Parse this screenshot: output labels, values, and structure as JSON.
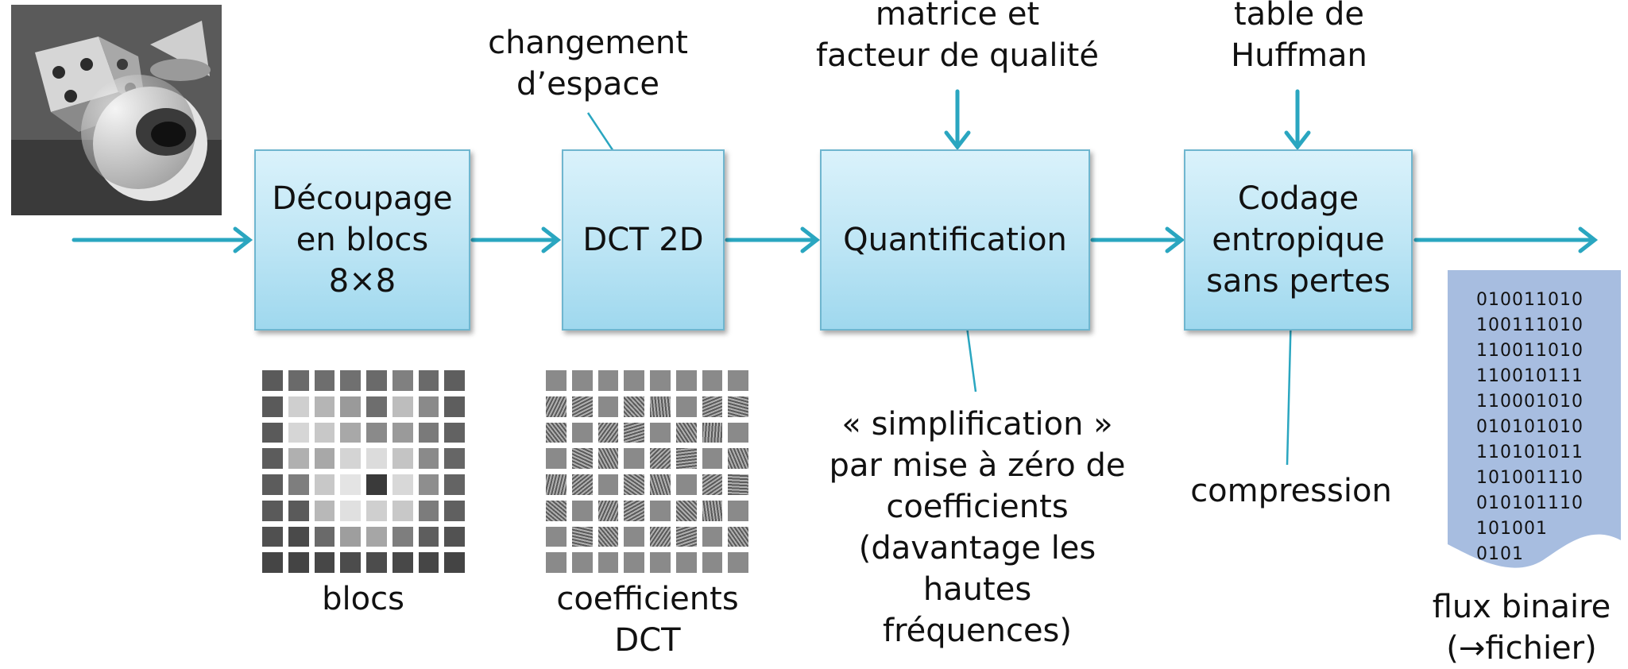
{
  "input_image": {
    "description": ""
  },
  "labels": {
    "changement_line1": "changement",
    "changement_line2": "d’espace",
    "matrice_line1": "matrice et",
    "matrice_line2": "facteur de qualité",
    "table_line1": "table de",
    "table_line2": "Huffman",
    "blocs": "blocs",
    "coeff_line1": "coefficients",
    "coeff_line2": "DCT",
    "simpl_line1": "« simplification »",
    "simpl_line2": "par mise à zéro de",
    "simpl_line3": "coefficients",
    "simpl_line4": "(davantage les",
    "simpl_line5": "hautes",
    "simpl_line6": "fréquences)",
    "compression": "compression",
    "flux_line1": "flux binaire",
    "flux_line2": "(→fichier)"
  },
  "boxes": {
    "decoupage": [
      "Découpage",
      "en blocs",
      "8×8"
    ],
    "dct": [
      "DCT 2D"
    ],
    "quantification": [
      "Quantification"
    ],
    "codage": [
      "Codage",
      "entropique",
      "sans pertes"
    ]
  },
  "bitstream": [
    "010011010",
    "100111010",
    "110011010",
    "110010111",
    "110001010",
    "010101010",
    "110101011",
    "101001110",
    "010101110",
    "101001",
    "0101"
  ],
  "colors": {
    "arrow": "#2aa6c0",
    "box_border": "#6fb6cf",
    "document": "#a7bde0"
  }
}
